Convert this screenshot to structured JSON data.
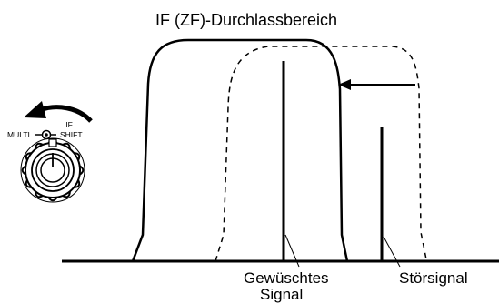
{
  "title": "IF (ZF)-Durchlassbereich",
  "knob": {
    "left_label": "MULTI",
    "right_label_top": "IF",
    "right_label_bottom": "SHIFT"
  },
  "labels": {
    "desired_line1": "Gewüschtes",
    "desired_line2": "Signal",
    "interfering": "Störsignal"
  },
  "colors": {
    "ink": "#000000",
    "background": "#ffffff"
  }
}
